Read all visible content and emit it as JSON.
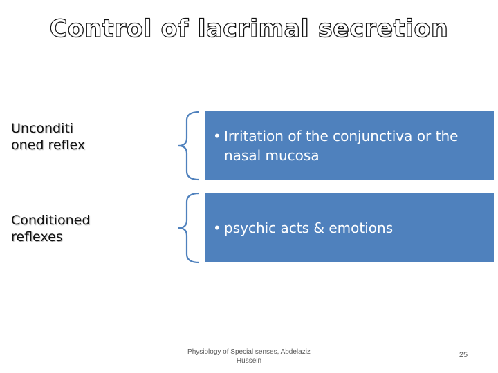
{
  "slide": {
    "title": "Control of lacrimal secretion",
    "rows": [
      {
        "label": "Unconditi oned reflex",
        "bullet": "•",
        "text": "Irritation of the conjunctiva or the nasal mucosa"
      },
      {
        "label": "Conditioned reflexes",
        "bullet": "•",
        "text": "psychic acts & emotions"
      }
    ],
    "footer": "Physiology of Special senses, Abdelaziz Hussein",
    "page_number": "25",
    "colors": {
      "box_fill": "#4f81bd",
      "brace_stroke": "#4f81bd"
    }
  }
}
